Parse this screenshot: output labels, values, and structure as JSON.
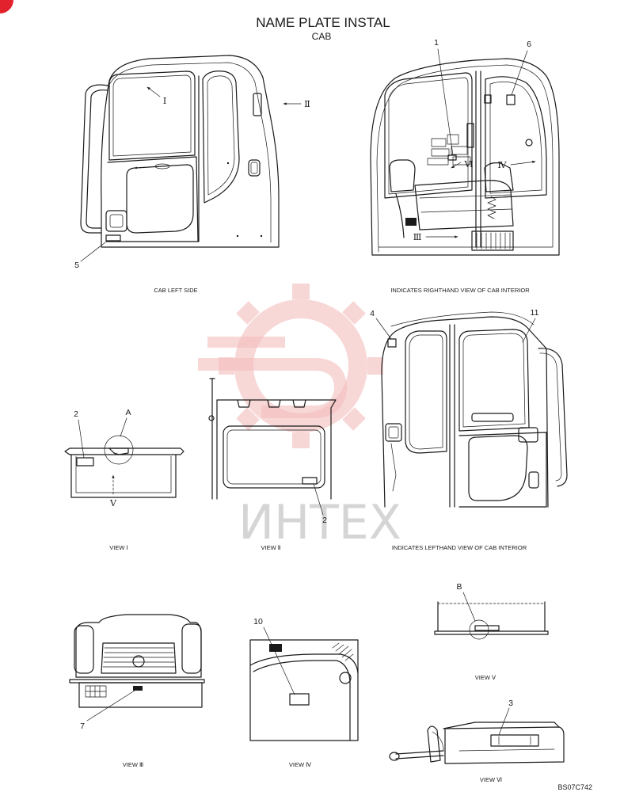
{
  "header": {
    "title": "NAME PLATE INSTAL",
    "subtitle": "CAB"
  },
  "cab_left_side": {
    "caption": "CAB LEFT SIDE",
    "callout": "5",
    "view_marker_1": "Ⅰ",
    "view_marker_2": "Ⅱ"
  },
  "right_interior": {
    "caption": "INDICATES RIGHTHAND VIEW OF CAB INTERIOR",
    "callout_a": "1",
    "callout_b": "6",
    "view_marker_6": "Ⅵ",
    "view_marker_4": "Ⅳ",
    "view_marker_3": "Ⅲ"
  },
  "view_1": {
    "caption": "VIEW Ⅰ",
    "callout": "2",
    "detail": "A",
    "view_marker_5": "Ⅴ"
  },
  "view_2": {
    "caption": "VIEW Ⅱ",
    "callout": "2"
  },
  "left_interior": {
    "caption": "INDICATES LEFTHAND VIEW OF CAB INTERIOR",
    "callout_a": "4",
    "callout_b": "11"
  },
  "view_3": {
    "caption": "VIEW Ⅲ",
    "callout": "7"
  },
  "view_4": {
    "caption": "VIEW Ⅳ",
    "callout": "10"
  },
  "view_5": {
    "caption": "VIEW Ⅴ",
    "detail": "B"
  },
  "view_6": {
    "caption": "VIEW Ⅵ",
    "callout": "3"
  },
  "footer": {
    "drawing_code": "BS07C742"
  },
  "watermark": {
    "text": "ИНТЕХ",
    "logo": "gear-logo-icon"
  },
  "colors": {
    "line": "#1a1a1a",
    "watermark_logo": "#f3bcbc",
    "watermark_text": "#c8c8c8",
    "corner_mark": "#e2232e"
  }
}
